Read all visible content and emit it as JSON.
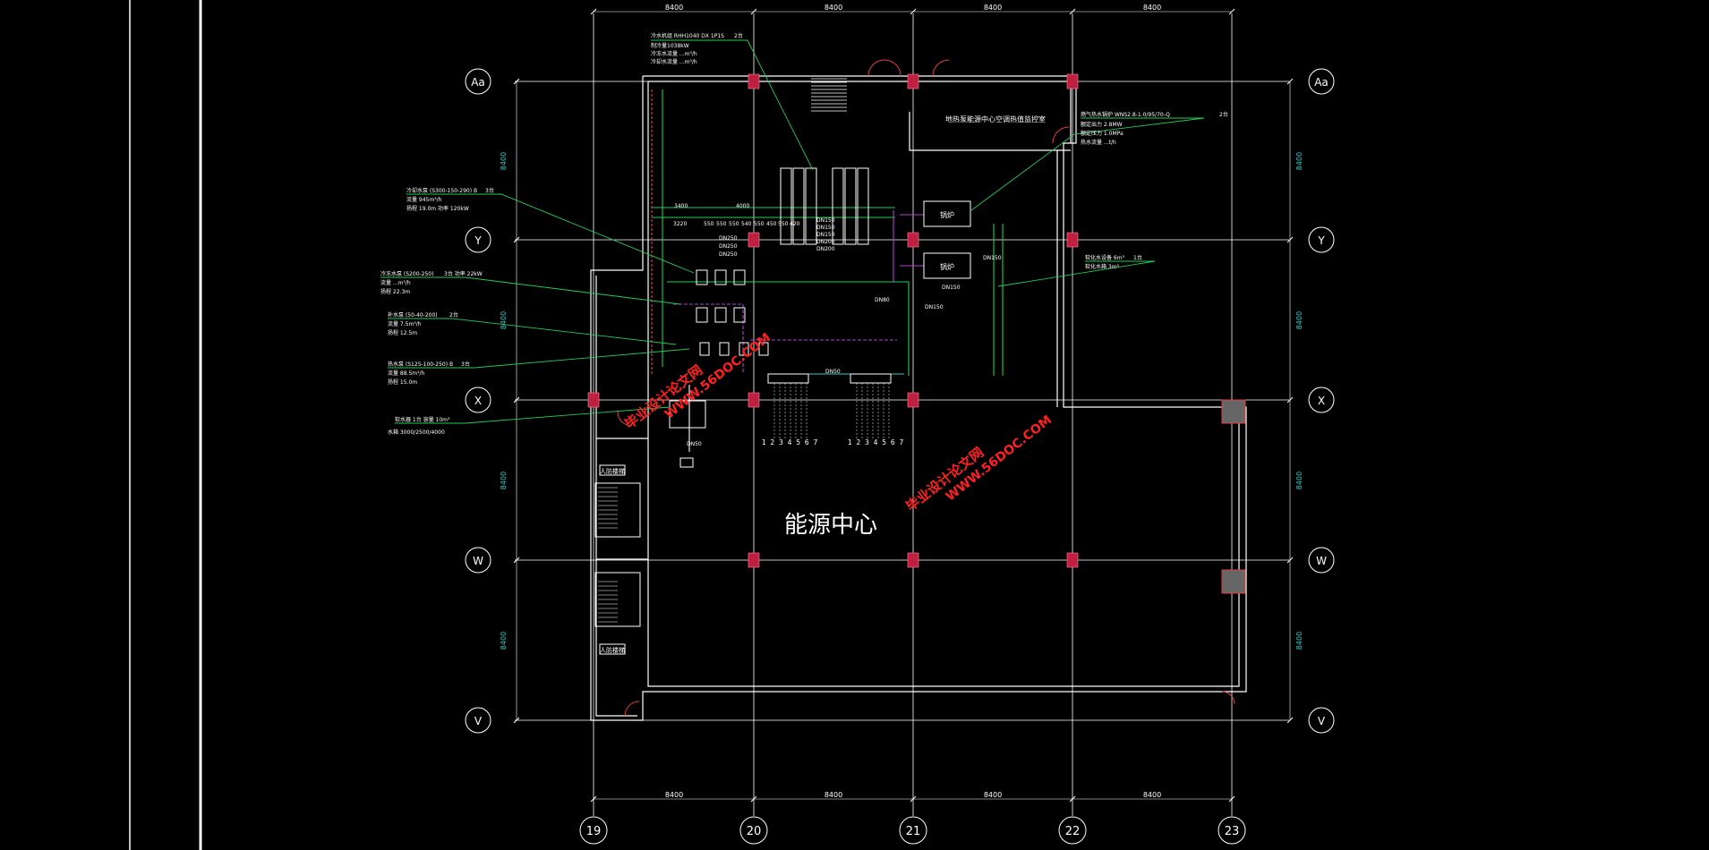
{
  "colors": {
    "background": "#000000",
    "wall": "#ffffff",
    "grid": "#ffffff",
    "pipe_green": "#22cc55",
    "pipe_purple": "#b040d0",
    "pipe_red": "#e04040",
    "dimension_cyan": "#33cccc",
    "column_fill": "#c02040",
    "watermark_red": "#ff2020",
    "equipment": "#ffffff"
  },
  "drawing": {
    "room_title": "能源中心",
    "column_axes": [
      "19",
      "20",
      "21",
      "22",
      "23"
    ],
    "row_axes": [
      "Aa",
      "Y",
      "X",
      "W",
      "V"
    ],
    "top_bay_dims": [
      "8400",
      "8400",
      "8400",
      "8400"
    ],
    "bottom_bay_dims": [
      "8400",
      "8400",
      "8400",
      "8400"
    ],
    "side_bay_dims": [
      "8400",
      "8400",
      "8400",
      "8400"
    ],
    "control_room_label": "地热泵能源中心空调热值监控室",
    "equipment_labels": {
      "boiler_a": "锅炉",
      "boiler_b": "锅炉"
    },
    "stair_labels": [
      "人防楼梯",
      "人防楼梯"
    ],
    "pipe_sizes": [
      "DN250",
      "DN250",
      "DN250",
      "DN150",
      "DN150",
      "DN150",
      "DN200",
      "DN200",
      "DN80",
      "DN150",
      "DN150",
      "DN150",
      "DN50",
      "DN50"
    ],
    "top_pipe_dims": [
      "3400",
      "4000",
      "3220",
      "550",
      "550",
      "550",
      "540",
      "550",
      "450",
      "550",
      "420"
    ],
    "valve_numbers_a": "1 2 3 4 5 6 7",
    "valve_numbers_b": "1 2 3 4 5 6 7",
    "watermarks": [
      {
        "line1": "毕业设计论文网",
        "line2": "WWW.56DOC.COM"
      },
      {
        "line1": "毕业设计论文网",
        "line2": "WWW.56DOC.COM"
      }
    ]
  },
  "callouts": [
    {
      "text": "冷水机组 RHH1040 DX 1P1S",
      "qty": "2台",
      "lines": [
        "制冷量1038kW",
        "冷冻水流量 ...m³/h",
        "冷却水流量 ...m³/h"
      ]
    },
    {
      "text": "冷却水泵 (S300-150-290) B",
      "qty": "3台",
      "lines": [
        "流量 945m³/h",
        "扬程 19.0m 功率 120kW"
      ]
    },
    {
      "text": "冷冻水泵 (S200-250)",
      "qty": "3台 功率 22kW",
      "lines": [
        "流量 ...m³/h",
        "扬程 22.3m"
      ]
    },
    {
      "text": "补水泵 (50-40-200)",
      "qty": "2台",
      "lines": [
        "流量 7.5m³/h",
        "扬程 12.5m"
      ]
    },
    {
      "text": "热水泵 (S125-100-250) B",
      "qty": "3台",
      "lines": [
        "流量 88.5m³/h",
        "扬程 15.0m"
      ]
    },
    {
      "text": "软水器 1台  容量 10m³",
      "qty": "",
      "lines": [
        "水箱 3000/2500/4000"
      ]
    },
    {
      "text": "燃气热水锅炉 WNS2.8-1.0/95/70-Q",
      "qty": "2台",
      "lines": [
        "额定出力 2.8MW",
        "额定压力 1.0MPa",
        "热水流量 ...t/h"
      ]
    },
    {
      "text": "软化水设备 6m³",
      "qty": "1台",
      "lines": [
        "软化水箱 3m³"
      ]
    }
  ]
}
